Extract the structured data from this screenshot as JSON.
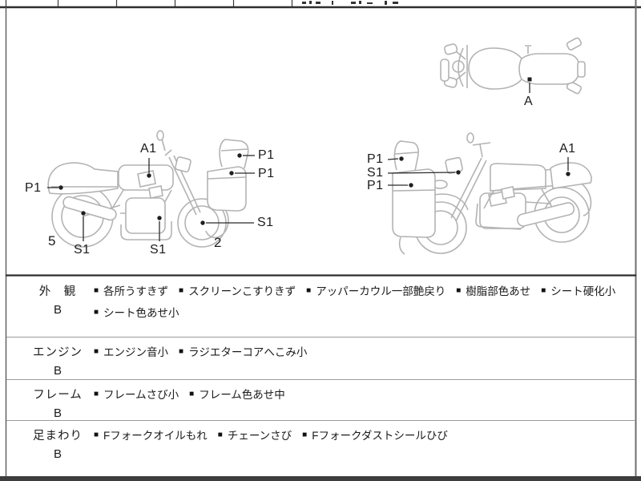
{
  "sheet": {
    "bullet": "■",
    "rows": [
      {
        "category": "外　観",
        "grade": "B",
        "lines": [
          [
            "各所うすきず",
            "スクリーンこすりきず",
            "アッパーカウル一部艶戻り",
            "樹脂部色あせ",
            "シート硬化小"
          ],
          [
            "シート色あせ小"
          ]
        ]
      },
      {
        "category": "エンジン",
        "grade": "B",
        "lines": [
          [
            "エンジン音小",
            "ラジエターコアへこみ小"
          ]
        ]
      },
      {
        "category": "フレーム",
        "grade": "B",
        "lines": [
          [
            "フレームさび小",
            "フレーム色あせ中"
          ]
        ]
      },
      {
        "category": "足まわり",
        "grade": "B",
        "lines": [
          [
            "Fフォークオイルもれ",
            "チェーンさび",
            "Fフォークダストシールひび"
          ]
        ]
      }
    ]
  },
  "diagrams": {
    "top_view": {
      "labels": [
        {
          "text": "A"
        }
      ]
    },
    "left_view": {
      "labels": [
        {
          "text": "A1"
        },
        {
          "text": "P1"
        },
        {
          "text": "P1"
        },
        {
          "text": "P1"
        },
        {
          "text": "S1"
        },
        {
          "text": "S1"
        },
        {
          "text": "S1"
        },
        {
          "text": "5"
        },
        {
          "text": "2"
        }
      ]
    },
    "right_view": {
      "labels": [
        {
          "text": "P1"
        },
        {
          "text": "S1"
        },
        {
          "text": "P1"
        },
        {
          "text": "A1"
        }
      ]
    }
  },
  "colors": {
    "artwork_gray": "#b3b3b3",
    "marker_black": "#1f1f1f",
    "text": "#1a1a1a",
    "row_separator": "#9c9c9c",
    "frame_dark": "#383838"
  }
}
